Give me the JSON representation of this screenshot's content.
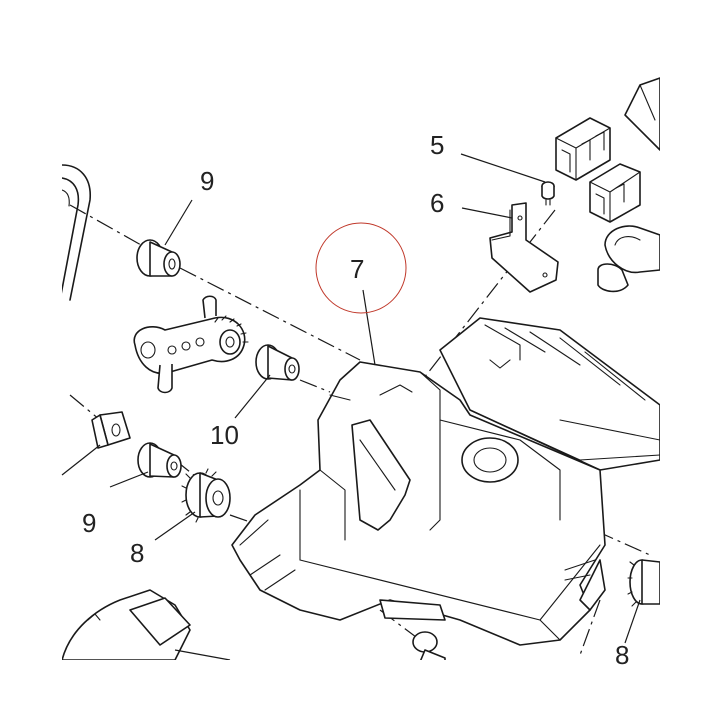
{
  "diagram": {
    "callouts": [
      {
        "id": "5",
        "label": "5"
      },
      {
        "id": "6",
        "label": "6"
      },
      {
        "id": "7",
        "label": "7"
      },
      {
        "id": "8a",
        "label": "8"
      },
      {
        "id": "8b",
        "label": "8"
      },
      {
        "id": "9a",
        "label": "9"
      },
      {
        "id": "9b",
        "label": "9"
      },
      {
        "id": "10",
        "label": "10"
      }
    ],
    "highlight_color": "#c0392b",
    "line_color": "#1a1a1a"
  }
}
